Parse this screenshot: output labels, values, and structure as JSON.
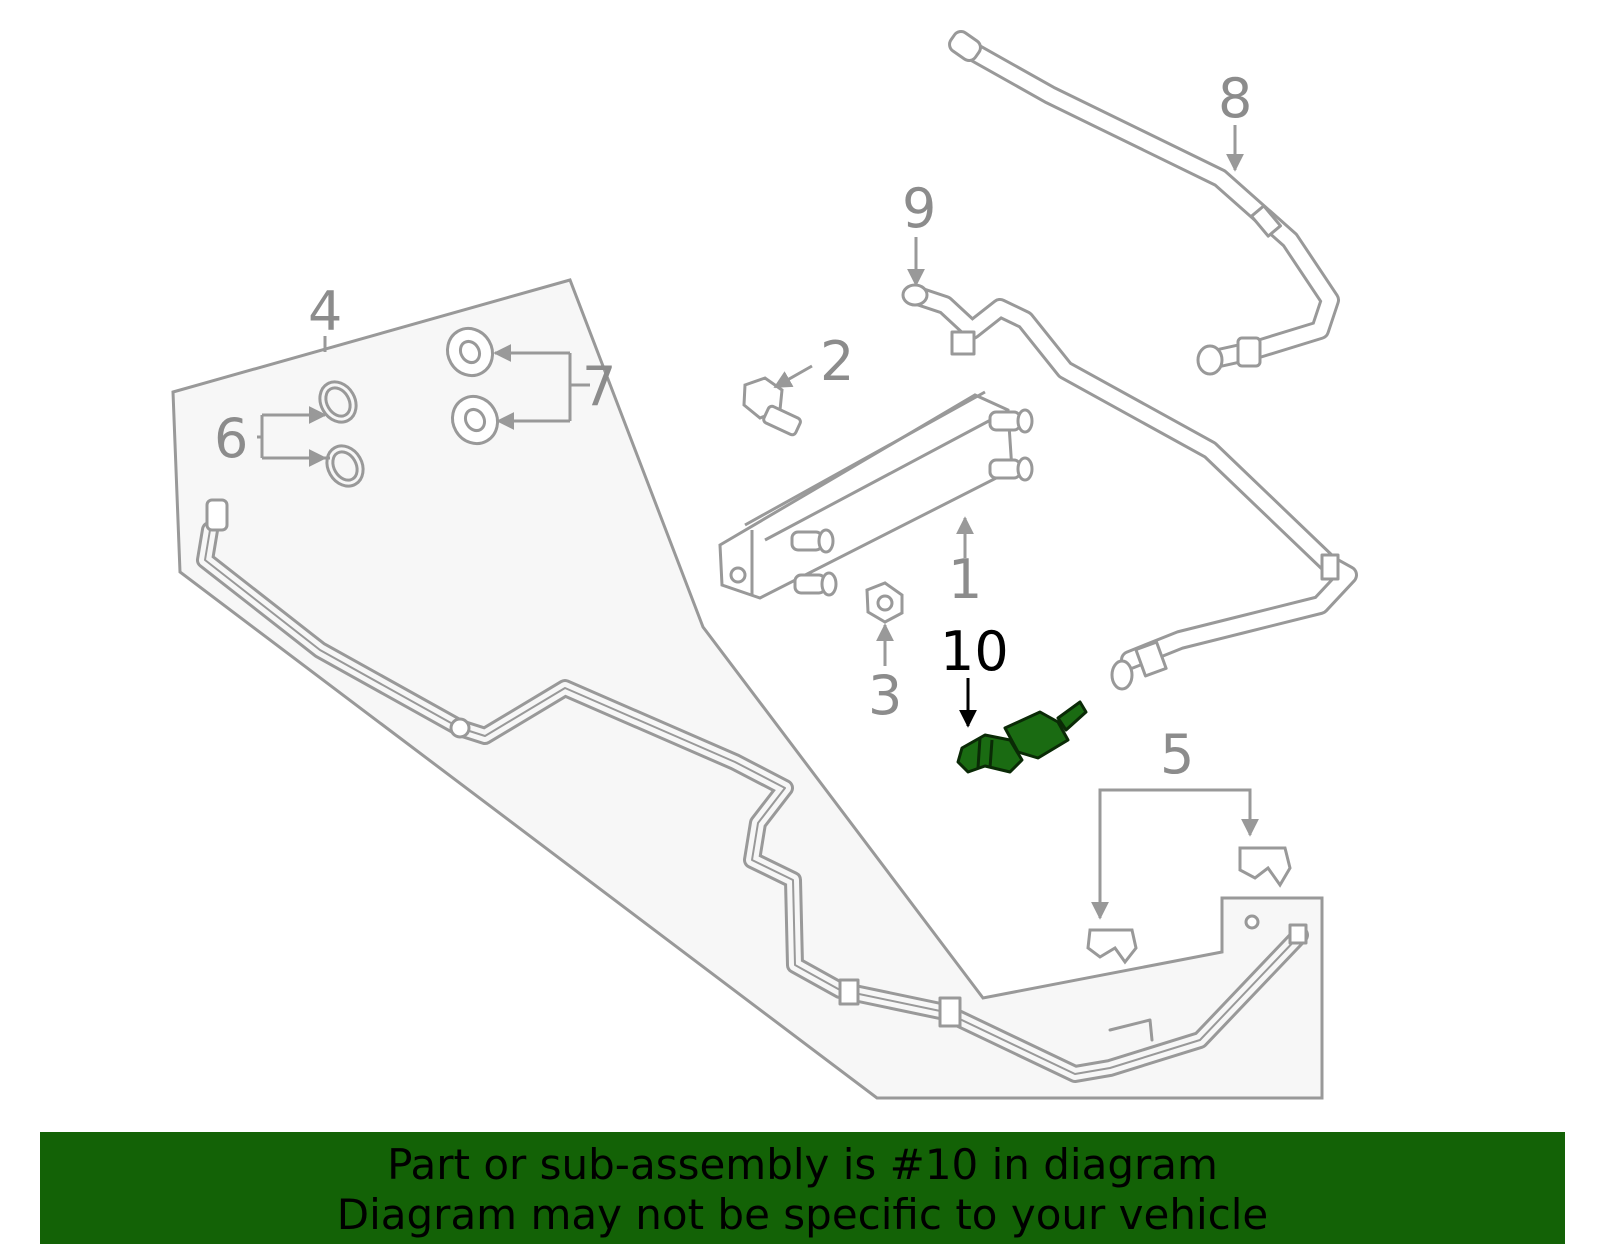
{
  "callouts": {
    "c1": "1",
    "c2": "2",
    "c3": "3",
    "c4": "4",
    "c5": "5",
    "c6": "6",
    "c7": "7",
    "c8": "8",
    "c9": "9",
    "c10": "10"
  },
  "banner": {
    "line1": "Part or sub-assembly is #10 in diagram",
    "line2": "Diagram may not be specific to your vehicle"
  },
  "colors": {
    "line": "#999999",
    "label": "#8c8c8c",
    "highlight_part": "#1a6b12",
    "banner_bg": "#136206",
    "panel_fill": "#f7f7f7"
  }
}
